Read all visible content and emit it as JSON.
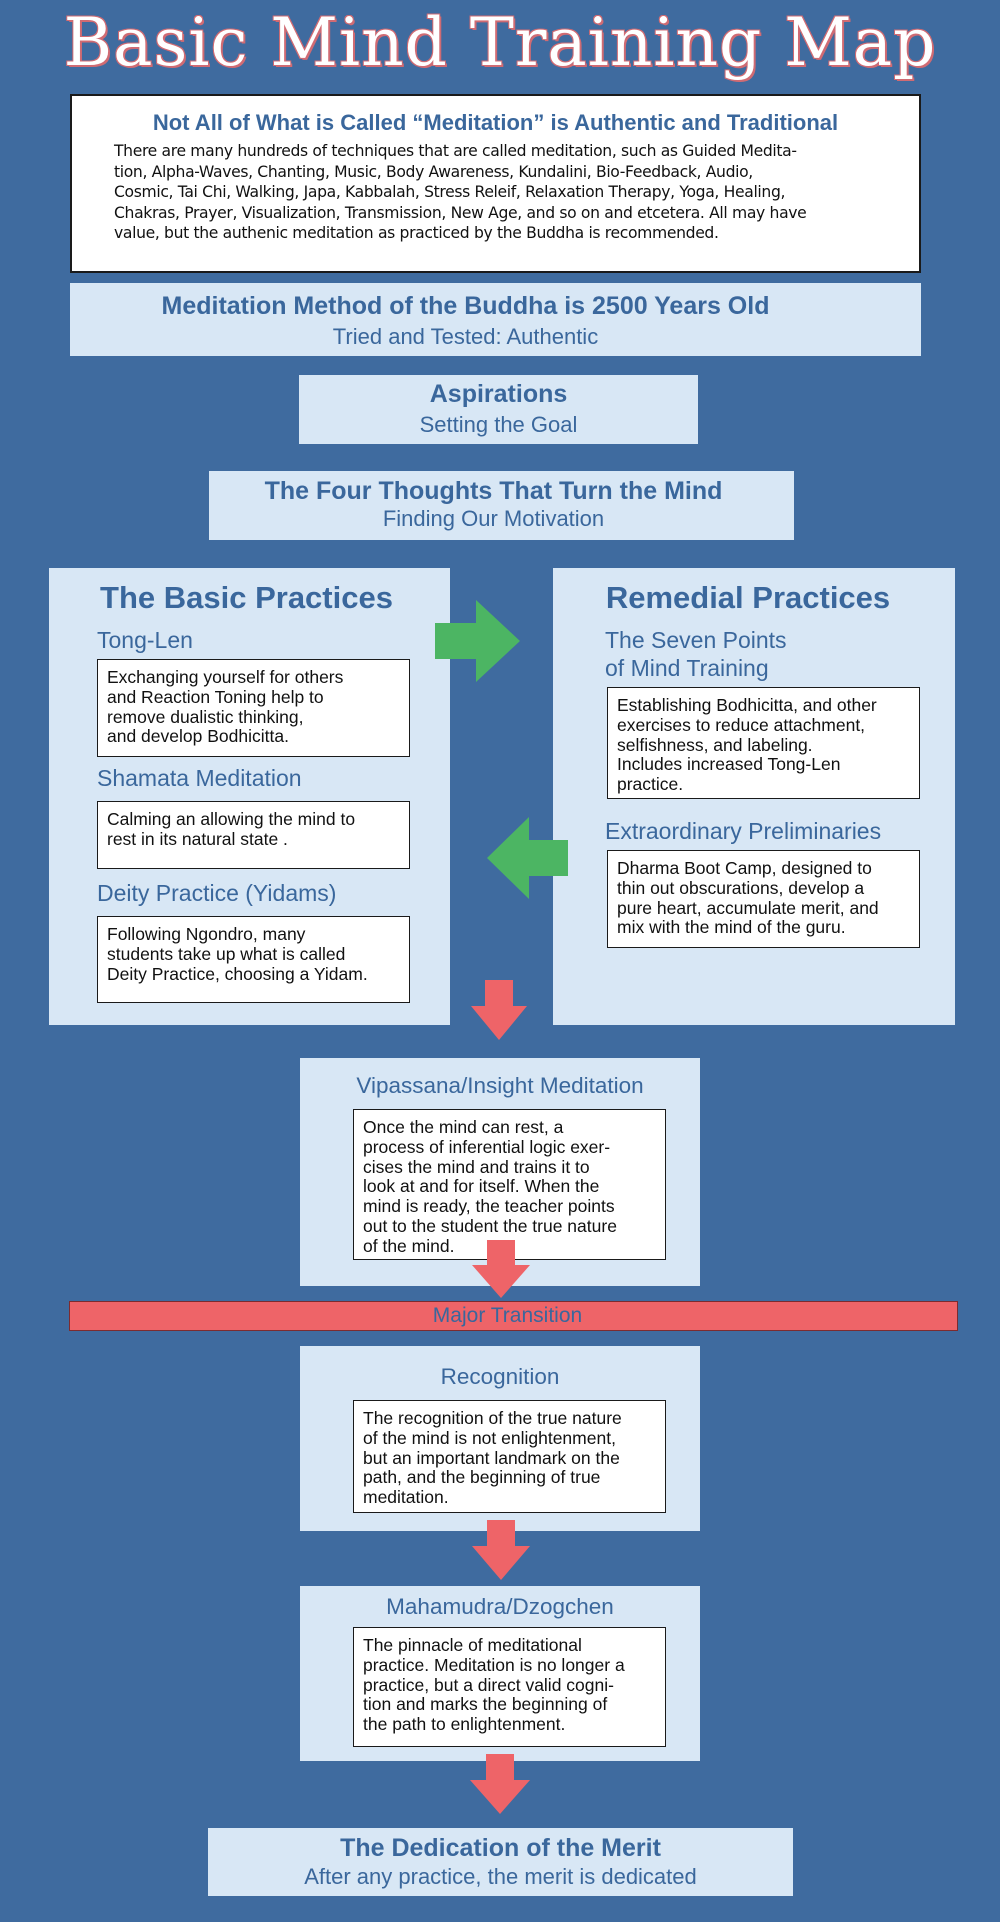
{
  "title": "Basic Mind Training Map",
  "intro": {
    "heading": "Not All of What is Called “Meditation” is Authentic and Traditional",
    "text": "There are many hundreds of techniques that  are called meditation, such as  Guided Medita-\ntion, Alpha-Waves, Chanting, Music, Body Awareness, Kundalini, Bio-Feedback, Audio,\nCosmic, Tai Chi, Walking, Japa, Kabbalah, Stress Releif, Relaxation Therapy, Yoga, Healing,\nChakras, Prayer, Visualization, Transmission, New Age, and so on and etcetera. All may have\nvalue, but the authenic meditation as practiced by the Buddha is recommended."
  },
  "method": {
    "heading": "Meditation Method of the Buddha is 2500 Years Old",
    "sub": "Tried and Tested: Authentic"
  },
  "aspirations": {
    "heading": "Aspirations",
    "sub": "Setting the Goal"
  },
  "four_thoughts": {
    "heading": "The Four Thoughts That Turn the Mind",
    "sub": "Finding Our Motivation"
  },
  "basic": {
    "heading": "The Basic Practices",
    "tonglen": {
      "title": "Tong-Len",
      "text": "Exchanging yourself for others\nand Reaction Toning help to\nremove dualistic thinking,\nand develop Bodhicitta."
    },
    "shamata": {
      "title": "Shamata Meditation",
      "text": "Calming an allowing the mind to\nrest in its natural state ."
    },
    "deity": {
      "title": "Deity Practice (Yidams)",
      "text": "Following Ngondro, many\nstudents take up what is called\nDeity Practice, choosing a Yidam."
    }
  },
  "remedial": {
    "heading": "Remedial Practices",
    "seven": {
      "title": "The Seven Points\n  of Mind Training",
      "text": "Establishing Bodhicitta, and other\nexercises to reduce attachment,\nselfishness, and labeling.\nIncludes increased Tong-Len\npractice."
    },
    "extra": {
      "title": "Extraordinary Preliminaries",
      "text": "Dharma Boot Camp, designed to\nthin out obscurations, develop a\npure heart, accumulate merit, and\nmix with the mind of the guru."
    }
  },
  "vipassana": {
    "title": "Vipassana/Insight Meditation",
    "text": "Once the mind can rest, a\nprocess of inferential logic exer-\ncises the mind and trains it to\nlook at and for itself. When the\nmind is ready, the teacher points\nout to the student the true nature\nof the mind."
  },
  "transition": {
    "label": "Major Transition"
  },
  "recognition": {
    "title": "Recognition",
    "text": "The recognition of the true nature\nof the mind is not enlightenment,\nbut an important landmark on the\npath, and the beginning of true\nmeditation."
  },
  "mahamudra": {
    "title": "Mahamudra/Dzogchen",
    "text": "The pinnacle of meditational\npractice. Meditation is no longer a\npractice, but a direct valid cogni-\ntion and marks the beginning of\nthe path to enlightenment."
  },
  "dedication": {
    "heading": "The Dedication of the Merit",
    "sub": "After any practice, the merit is dedicated"
  },
  "colors": {
    "background": "#3f6b9f",
    "panel": "#d8e7f5",
    "heading": "#3a679c",
    "green_arrow": "#4cb563",
    "red_arrow": "#ee6468"
  }
}
